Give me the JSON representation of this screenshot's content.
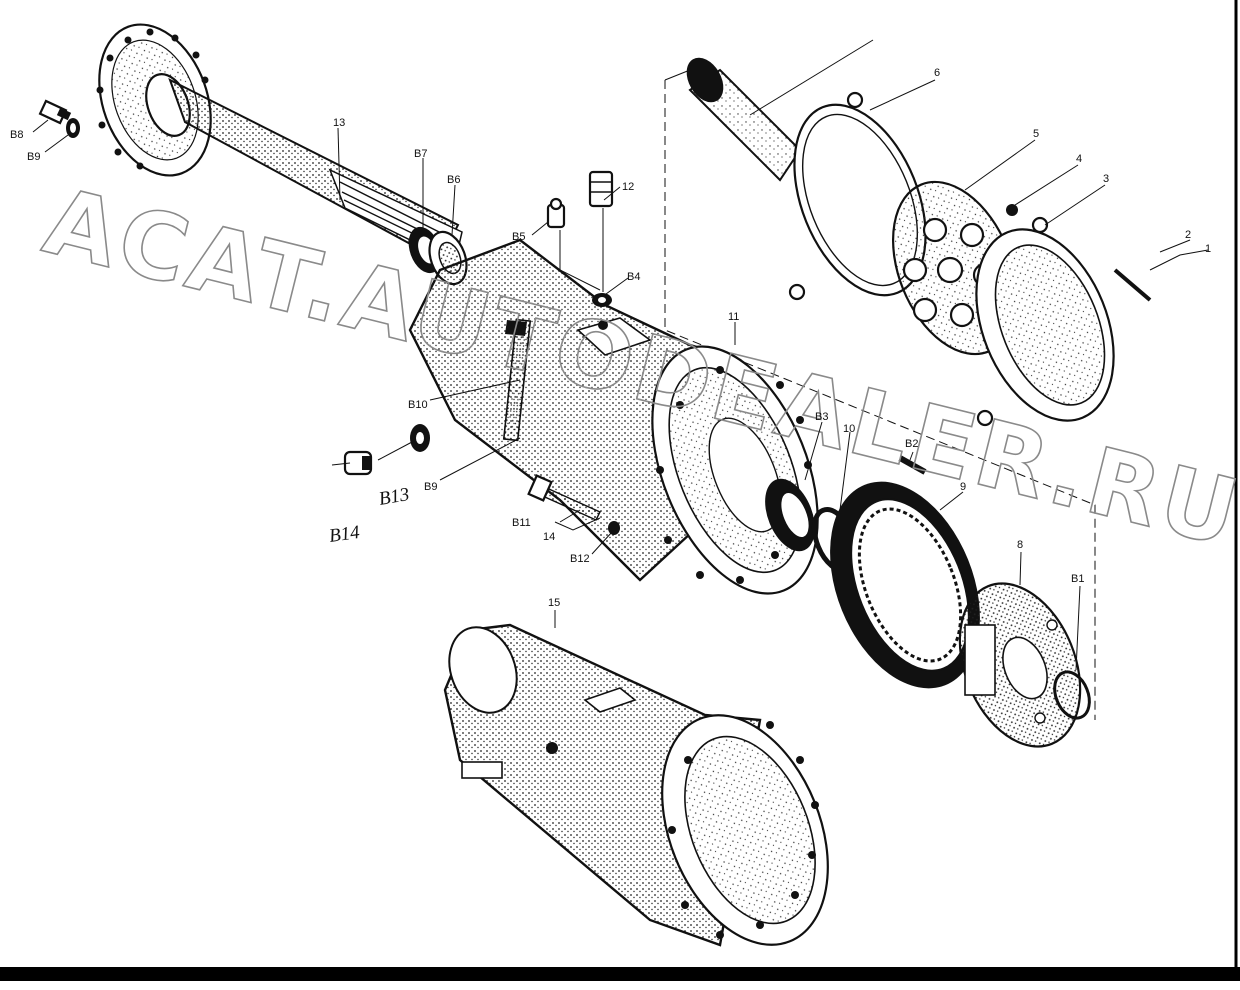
{
  "watermark": "ACAT.AUTODEALER.RU",
  "labels": {
    "p1": "1",
    "p2": "2",
    "p3": "3",
    "p4": "4",
    "p5": "5",
    "p6": "6",
    "p8": "8",
    "p9": "9",
    "p10": "10",
    "p11": "11",
    "p12": "12",
    "p13": "13",
    "p14": "14",
    "p15": "15",
    "b1": "B1",
    "b2": "B2",
    "b3": "B3",
    "b4": "B4",
    "b5": "B5",
    "b6": "B6",
    "b7": "B7",
    "b8": "B8",
    "b9a": "B9",
    "b9b": "B9",
    "b10": "B10",
    "b11": "B11",
    "b12": "B12",
    "b13": "B13",
    "b14": "B14"
  },
  "colors": {
    "ink": "#111111",
    "paper": "#ffffff",
    "watermark": "#8a8a8a"
  }
}
